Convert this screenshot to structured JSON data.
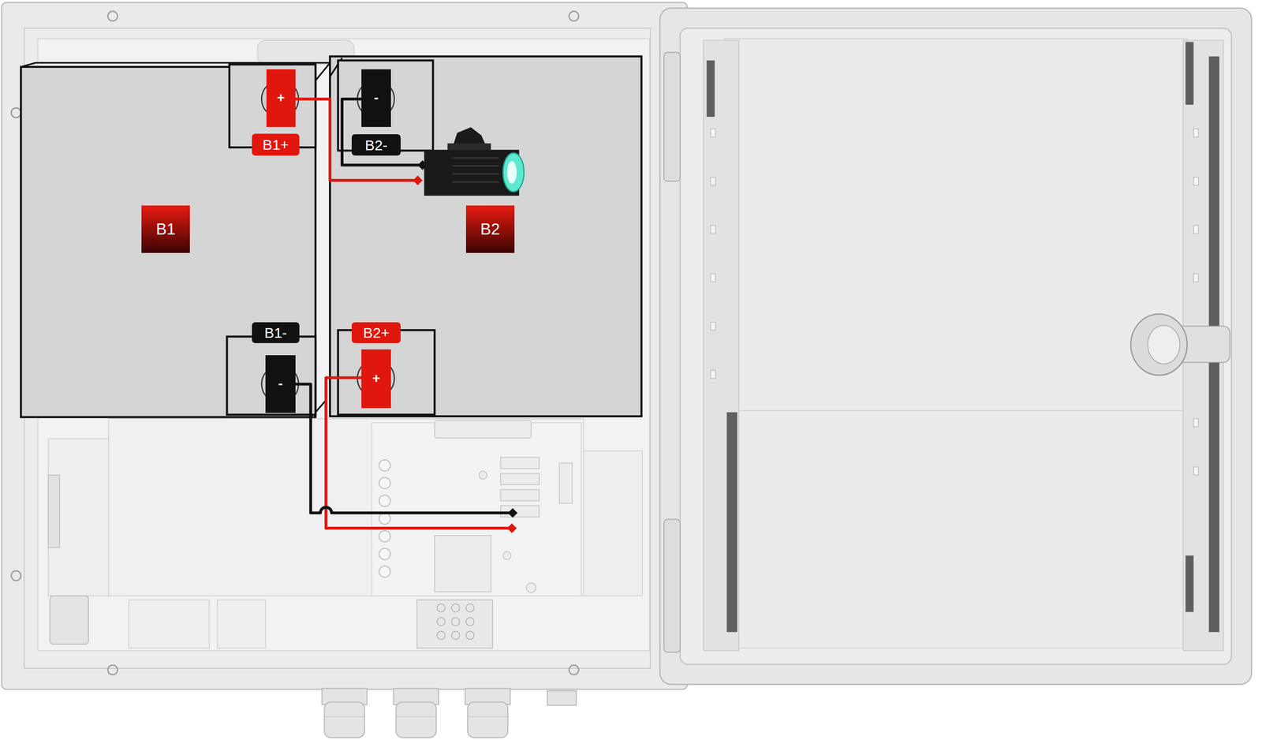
{
  "diagram": {
    "nodes": [
      {
        "text": [
          "B1"
        ]
      },
      {
        "text": [
          "+"
        ],
        "in": 0
      },
      {
        "text": [
          "B1+"
        ],
        "in": 0
      },
      {
        "text": [
          "B2"
        ]
      },
      {
        "text": [
          "-"
        ],
        "in": 3
      },
      {
        "text": [
          "B2-"
        ],
        "in": 3
      },
      {
        "text": [
          "B1-"
        ],
        "in": 0
      },
      {
        "text": [
          "-"
        ],
        "in": 0
      },
      {
        "text": [
          "B2+"
        ],
        "in": 3
      },
      {
        "text": [
          "+"
        ],
        "in": 3
      }
    ]
  }
}
